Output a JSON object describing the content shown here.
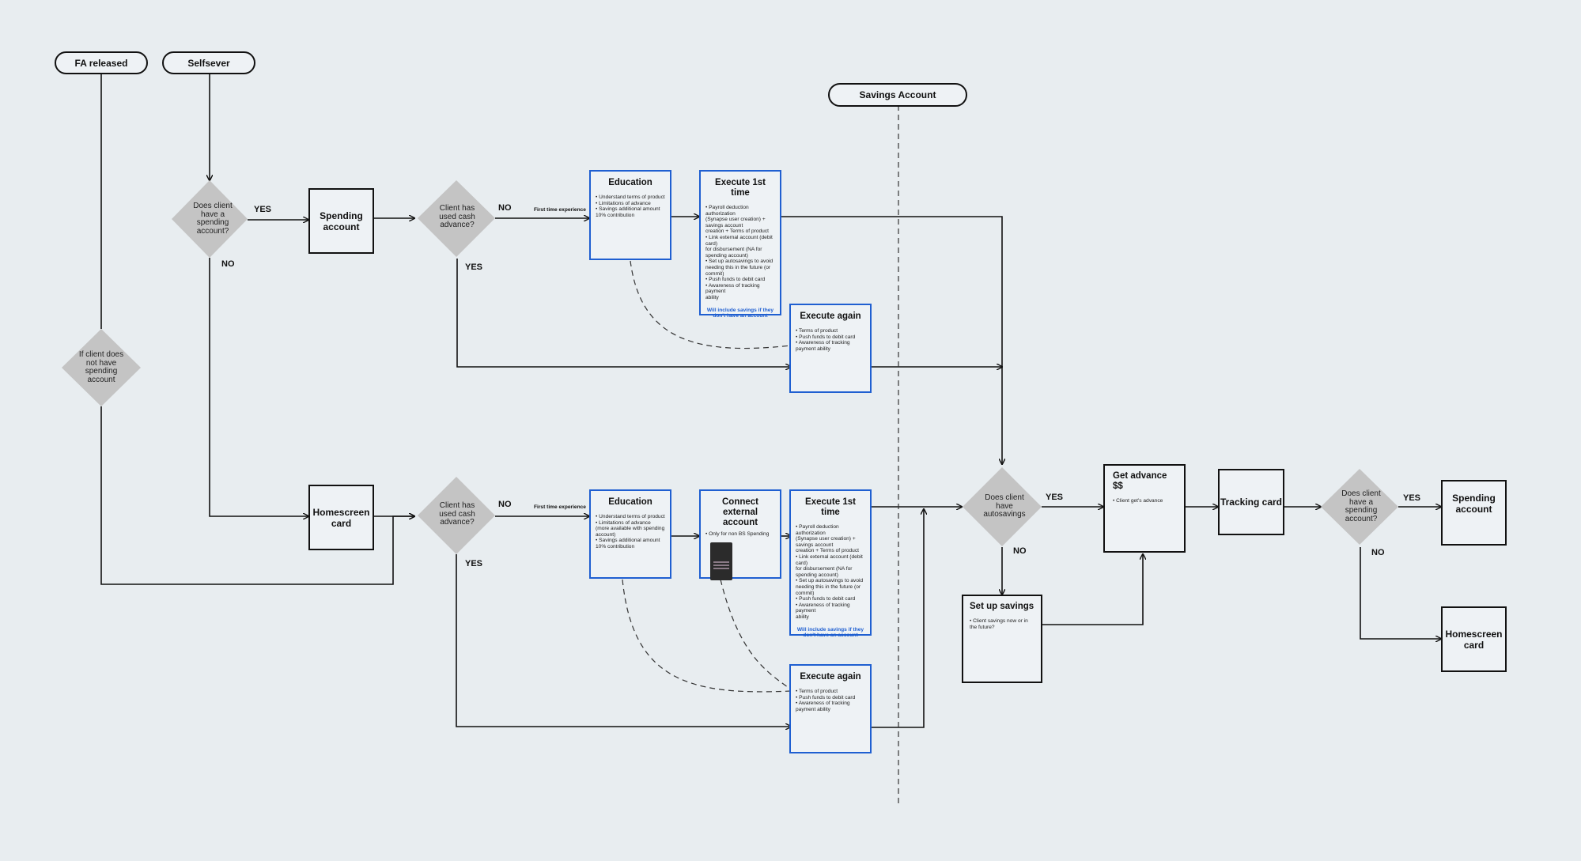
{
  "start": {
    "fa_released": "FA released",
    "selfsever": "Selfsever",
    "savings_account": "Savings Account"
  },
  "diamonds": {
    "no_spending": "If client does not have spending account",
    "does_client_spending_1": "Does client have a spending account?",
    "used_advance_1": "Client has used cash advance?",
    "used_advance_2": "Client has used cash advance?",
    "autosavings": "Does client have autosavings",
    "does_client_spending_2": "Does client have a spending account?"
  },
  "boxes": {
    "spending_account_1": "Spending account",
    "homescreen_card_1": "Homescreen card",
    "tracking_card": "Tracking card",
    "spending_account_2": "Spending account",
    "homescreen_card_2": "Homescreen card"
  },
  "education_top": {
    "title": "Education",
    "lines": "• Understand terms of product\n• Limitations of advance\n• Savings additional amount 10% contribution"
  },
  "education_bottom": {
    "title": "Education",
    "lines": "• Understand terms of product\n• Limitations of advance (more available with spending account)\n• Savings additional amount 10% contribution"
  },
  "execute_first_top": {
    "title": "Execute 1st time",
    "lines": "• Payroll deduction authorization\n (Synapse user creation) + savings account\ncreation + Terms of product\n• Link external account (debit card)\nfor disbursement (NA for spending account)\n• Set up autosavings to avoid needing this in the future (or commit)\n• Push funds to debit card\n• Awareness of tracking payment\n ability",
    "note": "Will include savings if they don't have an account"
  },
  "execute_first_bottom": {
    "title": "Execute 1st time",
    "lines": "• Payroll deduction authorization\n (Synapse user creation) + savings account\ncreation + Terms of product\n• Link external account (debit card)\nfor disbursement (NA for spending account)\n• Set up autosavings to avoid needing this in the future (or commit)\n• Push funds to debit card\n• Awareness of tracking payment\n ability",
    "note": "Will include savings if they don't have an account"
  },
  "execute_again_top": {
    "title": "Execute again",
    "lines": "• Terms of product\n• Push funds to debit card\n• Awareness of tracking payment ability"
  },
  "execute_again_bottom": {
    "title": "Execute again",
    "lines": "• Terms of product\n• Push funds to debit card\n• Awareness of tracking payment ability"
  },
  "connect_external": {
    "title": "Connect external account",
    "lines": "• Only for non BS Spending"
  },
  "setup_savings": {
    "title": "Set up savings",
    "lines": "• Client savings now or in the future?"
  },
  "get_advance": {
    "title": "Get advance $$",
    "lines": "• Client get's advance"
  },
  "labels": {
    "yes": "YES",
    "no": "NO",
    "first_time": "First time experience"
  }
}
